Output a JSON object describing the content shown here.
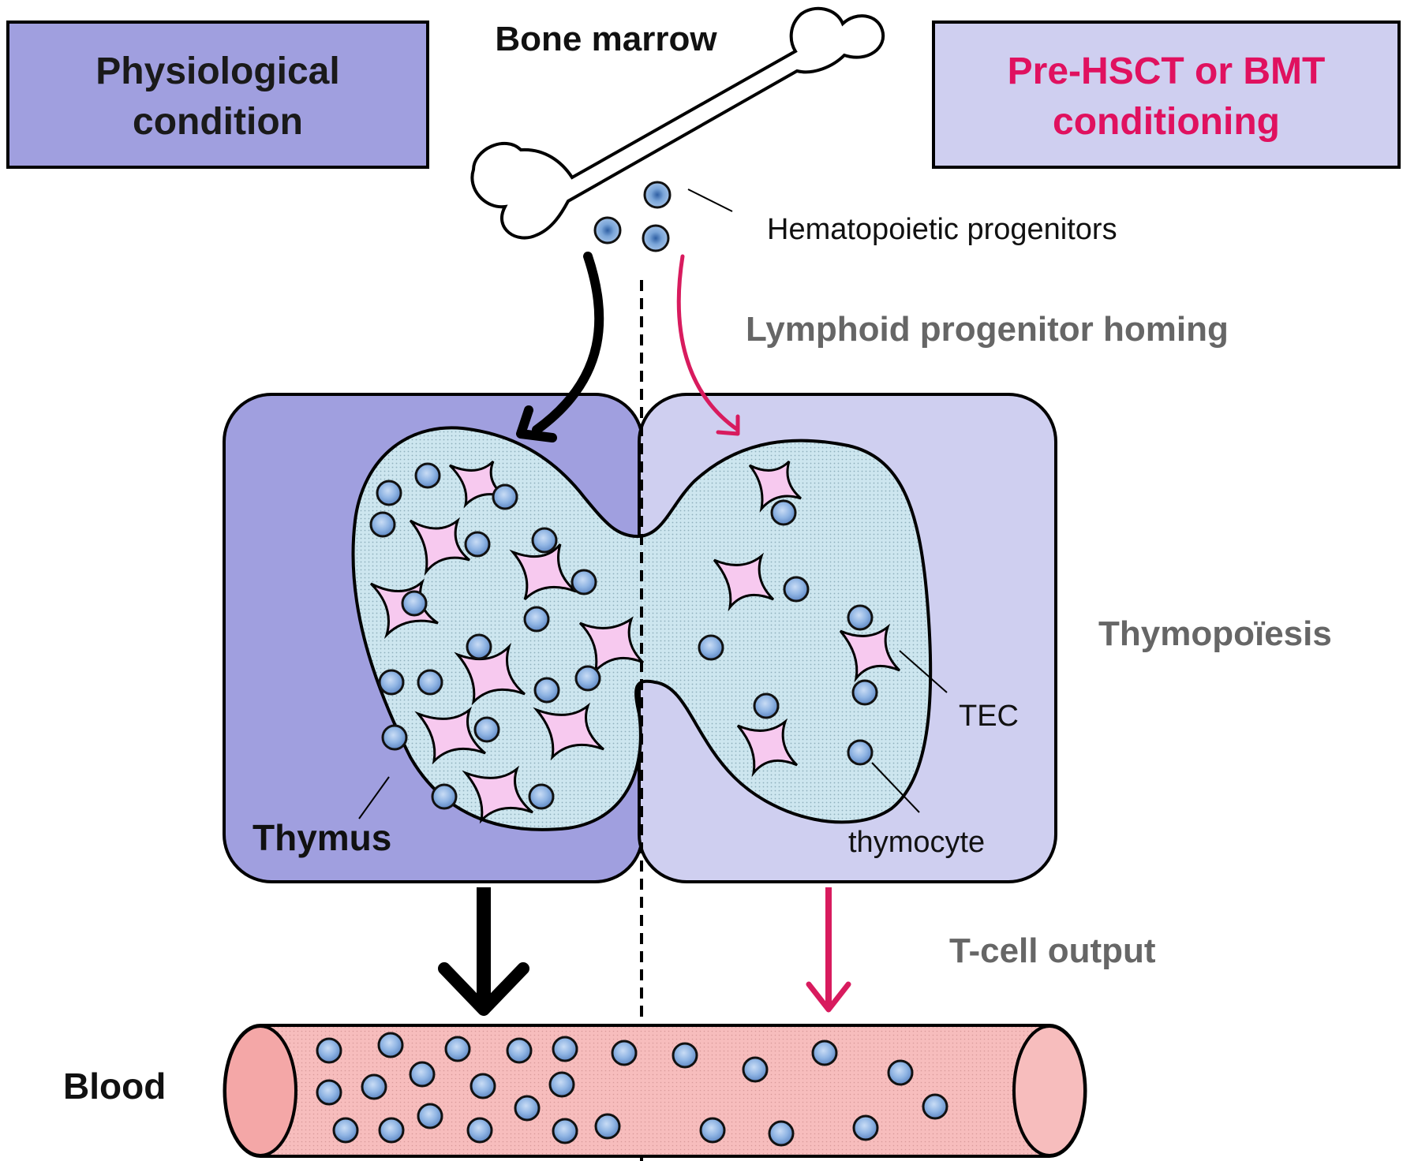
{
  "labels": {
    "left_condition": [
      "Physiological",
      "condition"
    ],
    "right_condition": [
      "Pre-HSCT or BMT",
      "conditioning"
    ],
    "bone_marrow": "Bone marrow",
    "progenitors": "Hematopoietic progenitors",
    "homing": "Lymphoid progenitor homing",
    "thymopoiesis": "Thymopoïesis",
    "tec": "TEC",
    "thymocyte": "thymocyte",
    "thymus": "Thymus",
    "tcell_output": "T-cell output",
    "blood": "Blood"
  },
  "colors": {
    "physiological_panel": "#a09fdf",
    "conditioning_panel": "#cfcff0",
    "conditioning_text": "#e0115f",
    "conditioning_arrow": "#d81b5e",
    "grey_text": "#666666",
    "thymus_fill": "#c8e3ec",
    "tec_fill": "#f7c9ef",
    "cell_fill": "#8fb4e3",
    "blood_vessel": "#f6b9b9"
  },
  "icons": [
    "bone-icon",
    "progenitor-cell-icon",
    "tec-cell-icon",
    "thymocyte-icon",
    "blood-vessel-icon"
  ]
}
